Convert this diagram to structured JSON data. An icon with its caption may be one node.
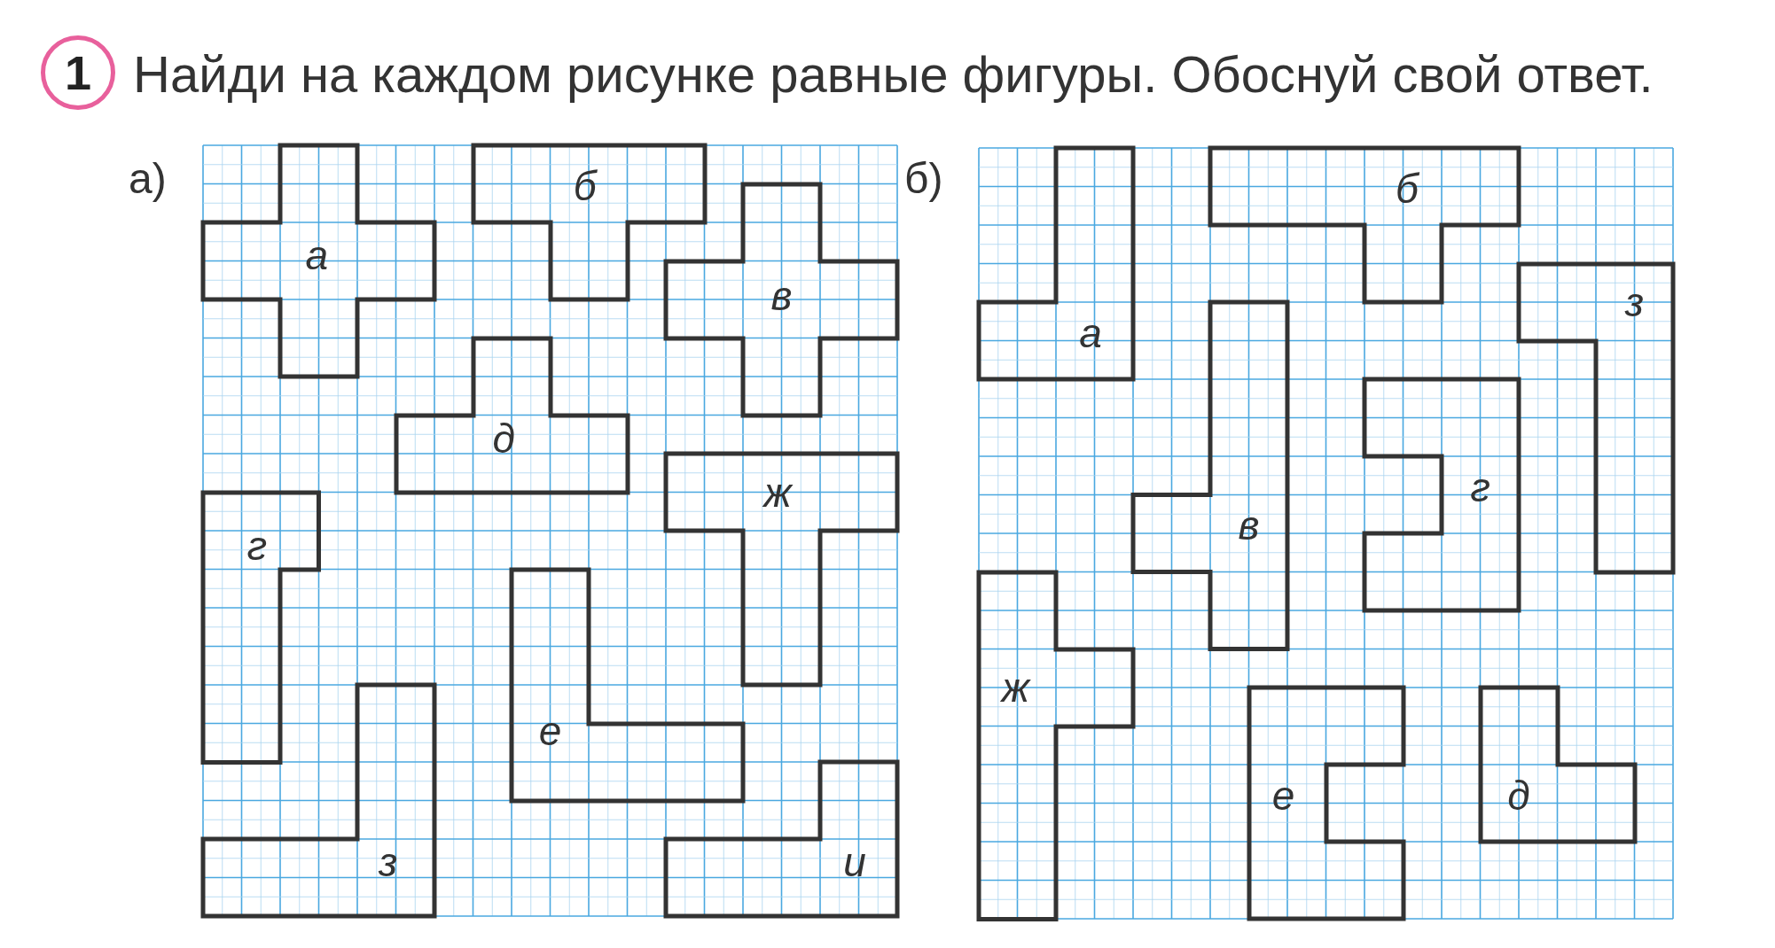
{
  "diagram": {
    "title": "Найди на каждом рисунке равные фигуры. Обоснуй свой ответ.",
    "nodes": [
      {
        "text": [
          "а)"
        ]
      },
      {
        "text": [
          "а"
        ],
        "in": 0
      },
      {
        "text": [
          "б"
        ],
        "in": 0
      },
      {
        "text": [
          "в"
        ],
        "in": 0
      },
      {
        "text": [
          "д"
        ],
        "in": 0
      },
      {
        "text": [
          "ж"
        ],
        "in": 0
      },
      {
        "text": [
          "г"
        ],
        "in": 0
      },
      {
        "text": [
          "е"
        ],
        "in": 0
      },
      {
        "text": [
          "з"
        ],
        "in": 0
      },
      {
        "text": [
          "и"
        ],
        "in": 0
      },
      {
        "text": [
          "б)"
        ]
      },
      {
        "text": [
          "а"
        ],
        "in": 10
      },
      {
        "text": [
          "б"
        ],
        "in": 10
      },
      {
        "text": [
          "з"
        ],
        "in": 10
      },
      {
        "text": [
          "в"
        ],
        "in": 10
      },
      {
        "text": [
          "г"
        ],
        "in": 10
      },
      {
        "text": [
          "ж"
        ],
        "in": 10
      },
      {
        "text": [
          "е"
        ],
        "in": 10
      },
      {
        "text": [
          "д"
        ],
        "in": 10
      }
    ],
    "labels": [
      "1"
    ]
  }
}
